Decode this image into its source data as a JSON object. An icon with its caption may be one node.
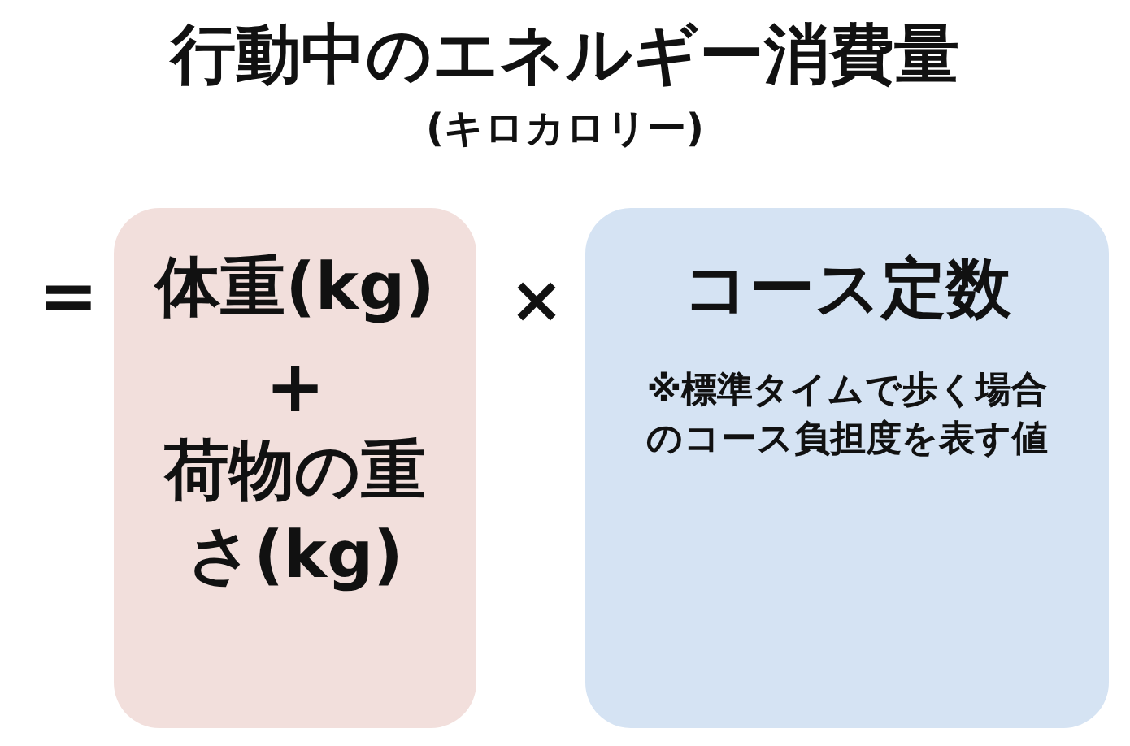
{
  "diagram": {
    "title": "行動中のエネルギー消費量",
    "nodes": [
      {
        "text": [
          "体重(kg)",
          "+",
          "荷物の重さ(kg)"
        ]
      },
      {
        "text": [
          "コース定数",
          "※標準タイムで歩く場合のコース負担度を表す値"
        ]
      }
    ],
    "labels": [
      "(キロカロリー)",
      "=",
      "×"
    ]
  }
}
